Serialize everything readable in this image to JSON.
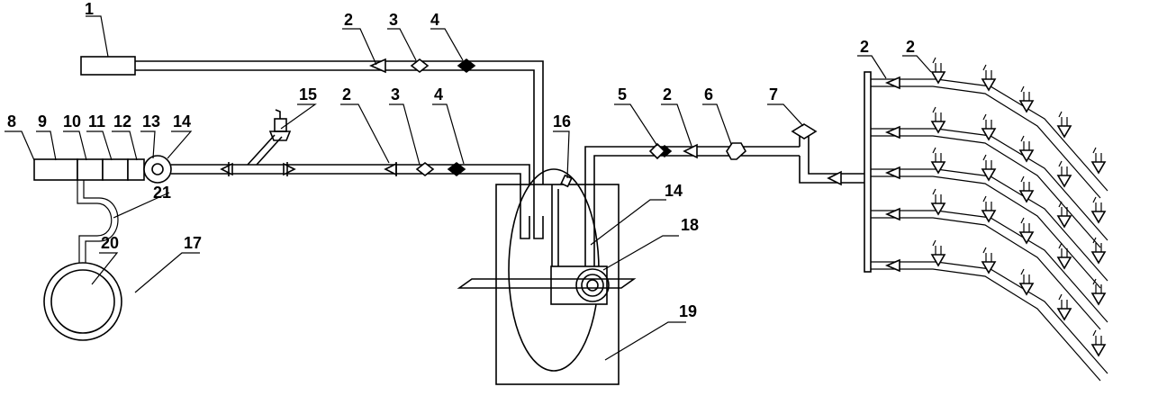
{
  "labels": {
    "l1": "1",
    "l2a": "2",
    "l3a": "3",
    "l4a": "4",
    "l8": "8",
    "l9": "9",
    "l10": "10",
    "l11": "11",
    "l12": "12",
    "l13": "13",
    "l14a": "14",
    "l15": "15",
    "l2b": "2",
    "l3b": "3",
    "l4b": "4",
    "l16": "16",
    "l5": "5",
    "l2c": "2",
    "l6": "6",
    "l7": "7",
    "l2d": "2",
    "l2e": "2",
    "l14b": "14",
    "l18": "18",
    "l19": "19",
    "l20": "20",
    "l17": "17",
    "l21": "21"
  },
  "nozzle_branches": 5
}
